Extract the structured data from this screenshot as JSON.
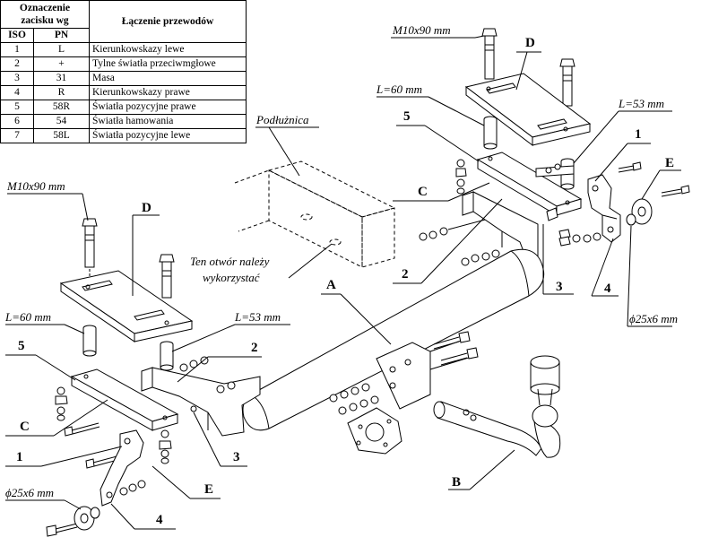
{
  "wiring_table": {
    "header_terminal": "Oznaczenie zacisku wg",
    "header_terminal_line1": "Oznaczenie",
    "header_terminal_line2": "zacisku wg",
    "header_connection": "Łączenie przewodów",
    "header_iso": "ISO",
    "header_pn": "PN",
    "rows": [
      {
        "iso": "1",
        "pn": "L",
        "desc": "Kierunkowskazy lewe"
      },
      {
        "iso": "2",
        "pn": "+",
        "desc": "Tylne światła przeciwmgłowe"
      },
      {
        "iso": "3",
        "pn": "31",
        "desc": "Masa"
      },
      {
        "iso": "4",
        "pn": "R",
        "desc": "Kierunkowskazy prawe"
      },
      {
        "iso": "5",
        "pn": "58R",
        "desc": "Światła pozycyjne prawe"
      },
      {
        "iso": "6",
        "pn": "54",
        "desc": "Światła hamowania"
      },
      {
        "iso": "7",
        "pn": "58L",
        "desc": "Światła pozycyjne lewe"
      }
    ]
  },
  "labels": {
    "bolt_top_right": "M10x90  mm",
    "bolt_left": "M10x90 mm",
    "spacer_60_right": "L=60 mm",
    "spacer_53_right": "L=53 mm",
    "spacer_60_left": "L=60 mm",
    "spacer_53_left": "L=53 mm",
    "washer_right": "ϕ25x6 mm",
    "washer_left": "ϕ25x6 mm",
    "podluznica": "Podłużnica",
    "hole_note_line1": "Ten otwór należy",
    "hole_note_line2": "wykorzystać"
  },
  "parts": {
    "A": "A",
    "B": "B",
    "C": "C",
    "D": "D",
    "E": "E",
    "n1": "1",
    "n2": "2",
    "n3": "3",
    "n4": "4",
    "n5": "5"
  }
}
